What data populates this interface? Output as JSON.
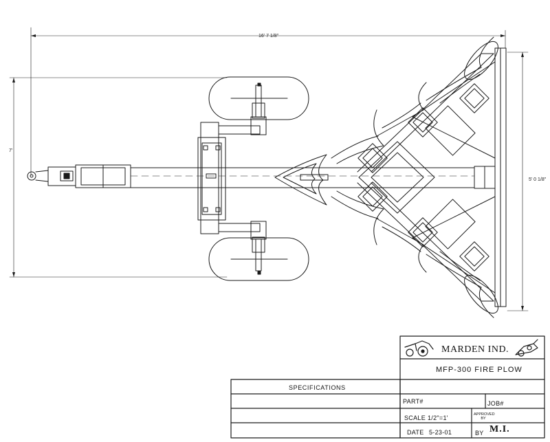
{
  "dimensions": {
    "overall_length": "16' 7 1/8\"",
    "overall_width": "7'",
    "rear_width": "5' 0 1/8\""
  },
  "title_block": {
    "company": "MARDEN IND.",
    "title": "MFP-300 FIRE PLOW",
    "specifications_label": "SPECIFICATIONS",
    "part_label": "PART#",
    "job_label": "JOB#",
    "scale_label": "SCALE",
    "scale_value": "1/2\"=1'",
    "approved_label": "APPROVED BY",
    "date_label": "DATE",
    "date_value": "5-23-01",
    "by_label": "BY",
    "by_value": "M.I."
  },
  "icons": [
    "tractor-logo-icon",
    "plow-logo-icon"
  ]
}
